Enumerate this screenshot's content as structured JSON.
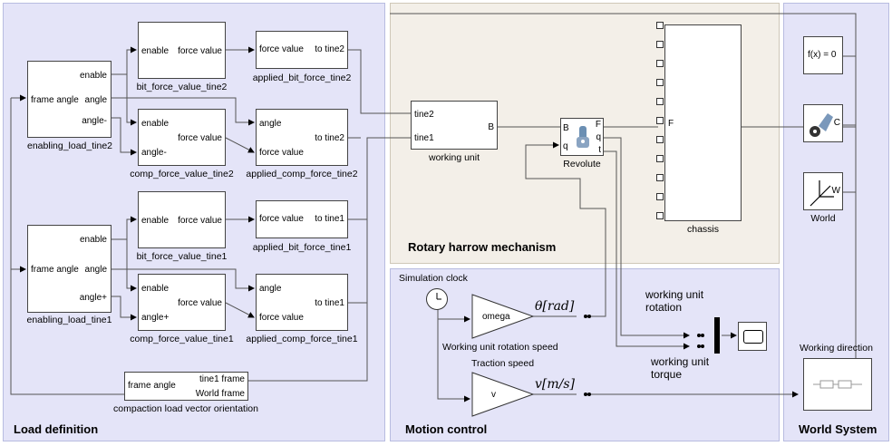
{
  "areas": {
    "load": "Load definition",
    "rotary": "Rotary harrow mechanism",
    "motion": "Motion control",
    "world": "World System"
  },
  "blocks": {
    "enabling_load_tine2": {
      "name": "enabling_load_tine2",
      "in": "frame angle",
      "out1": "enable",
      "out2": "angle",
      "out3": "angle-"
    },
    "enabling_load_tine1": {
      "name": "enabling_load_tine1",
      "in": "frame angle",
      "out1": "enable",
      "out2": "angle",
      "out3": "angle+"
    },
    "bit_force_value_tine2": {
      "name": "bit_force_value_tine2",
      "in": "enable",
      "out": "force value"
    },
    "applied_bit_force_tine2": {
      "name": "applied_bit_force_tine2",
      "in": "force value",
      "out": "to tine2"
    },
    "comp_force_value_tine2": {
      "name": "comp_force_value_tine2",
      "in1": "enable",
      "in2": "angle-",
      "out": "force value"
    },
    "applied_comp_force_tine2": {
      "name": "applied_comp_force_tine2",
      "in1": "angle",
      "in2": "force value",
      "out": "to tine2"
    },
    "bit_force_value_tine1": {
      "name": "bit_force_value_tine1",
      "in": "enable",
      "out": "force value"
    },
    "applied_bit_force_tine1": {
      "name": "applied_bit_force_tine1",
      "in": "force value",
      "out": "to tine1"
    },
    "comp_force_value_tine1": {
      "name": "comp_force_value_tine1",
      "in1": "enable",
      "in2": "angle+",
      "out": "force value"
    },
    "applied_comp_force_tine1": {
      "name": "applied_comp_force_tine1",
      "in1": "angle",
      "in2": "force value",
      "out": "to tine1"
    },
    "compaction": {
      "name": "compaction load vector orientation",
      "in": "frame angle",
      "out1": "tine1 frame",
      "out2": "World frame"
    },
    "working_unit": {
      "name": "working unit",
      "in1": "tine2",
      "in2": "tine1",
      "out": "B"
    },
    "revolute": {
      "name": "Revolute",
      "portB": "B",
      "portF": "F",
      "portq": "q",
      "portQ": "q",
      "portt": "t"
    },
    "chassis": {
      "name": "chassis",
      "port": "F"
    },
    "solver": {
      "label": "f(x) = 0"
    },
    "mech_config": {
      "port": "C"
    },
    "world_frame": {
      "name": "World",
      "port": "W"
    },
    "sim_clock": {
      "name": "Simulation clock"
    },
    "omega": {
      "label": "omega",
      "caption": "Working unit rotation speed",
      "signal": "θ[rad]"
    },
    "traction": {
      "label": "v",
      "caption": "Traction speed",
      "signal": "v[m/s]"
    },
    "scope_labels": {
      "rotation": "working unit rotation",
      "torque": "working unit torque"
    },
    "working_direction": {
      "name": "Working direction"
    }
  }
}
